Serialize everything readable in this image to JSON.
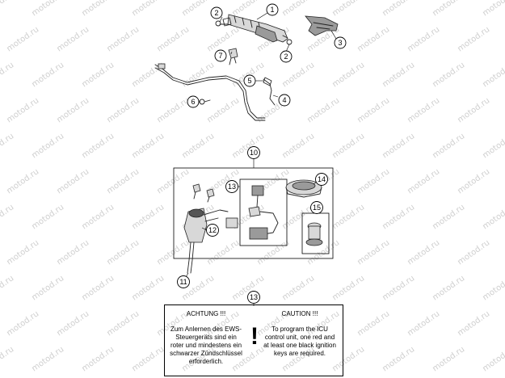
{
  "watermark": {
    "text": "motod.ru"
  },
  "callouts": [
    {
      "id": "c1",
      "label": "1"
    },
    {
      "id": "c2a",
      "label": "2"
    },
    {
      "id": "c2b",
      "label": "2"
    },
    {
      "id": "c3",
      "label": "3"
    },
    {
      "id": "c4",
      "label": "4"
    },
    {
      "id": "c5",
      "label": "5"
    },
    {
      "id": "c6",
      "label": "6"
    },
    {
      "id": "c7",
      "label": "7"
    },
    {
      "id": "c10",
      "label": "10"
    },
    {
      "id": "c11",
      "label": "11"
    },
    {
      "id": "c12",
      "label": "12"
    },
    {
      "id": "c13a",
      "label": "13"
    },
    {
      "id": "c13b",
      "label": "13"
    },
    {
      "id": "c14",
      "label": "14"
    },
    {
      "id": "c15",
      "label": "15"
    }
  ],
  "note": {
    "de_heading": "ACHTUNG !!!",
    "de_text": "Zum Anlernen des EWS-Steuergeräts sind ein roter und mindestens ein schwarzer Zündschlüssel erforderlich.",
    "exclamation": "!",
    "en_heading": "CAUTION !!!",
    "en_text": "To program the ICU control unit, one red and at least one black ignition keys are required."
  }
}
